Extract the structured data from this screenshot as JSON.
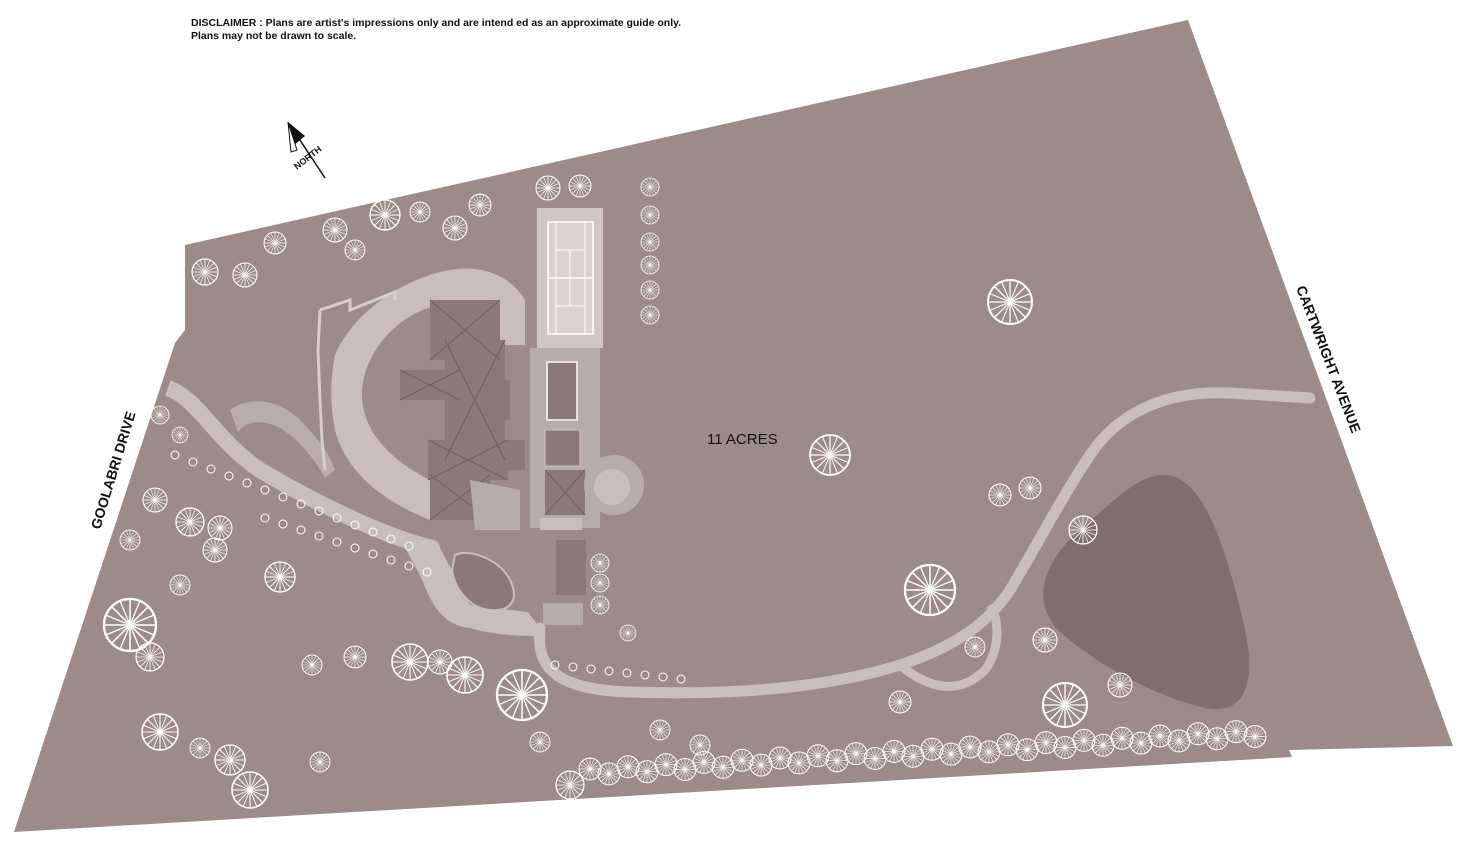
{
  "disclaimer": {
    "line1": "DISCLAIMER : Plans are artist's impressions only and are intend ed as an approximate guide only.",
    "line2": "Plans may not be drawn to scale."
  },
  "labels": {
    "north": "NORTH",
    "goolabri_drive": "GOOLABRI DRIVE",
    "cartwright_avenue": "CARTWRIGHT AVENUE",
    "area": "11 ACRES"
  },
  "colors": {
    "land": "#9c8b89",
    "path": "#c9bebd",
    "building": "#8c7877",
    "dam": "#7f6e6d",
    "court": "#dcd5d4",
    "tree_line": "#ffffff"
  }
}
